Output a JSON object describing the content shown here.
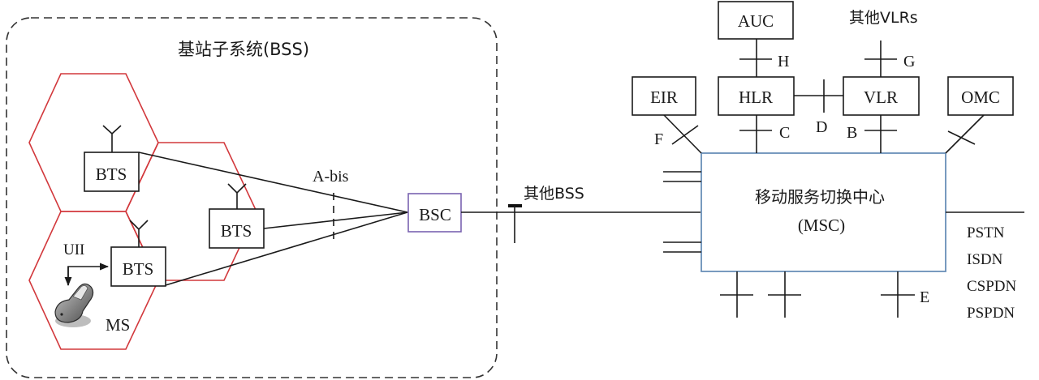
{
  "bss": {
    "title": "基站子系统(BSS)",
    "bts_label": "BTS",
    "bsc_label": "BSC",
    "abis_label": "A-bis",
    "um_label": "UII",
    "ms_label": "MS",
    "hex_color": "#d2383c",
    "bsc_color": "#7a63b0"
  },
  "other_bss_label": "其他BSS",
  "nss": {
    "msc_title": "移动服务切换中心",
    "msc_subtitle": "(MSC)",
    "msc_color": "#6a8fb8",
    "entities": {
      "auc": "AUC",
      "hlr": "HLR",
      "vlr": "VLR",
      "eir": "EIR",
      "omc": "OMC"
    },
    "other_vlrs_label": "其他VLRs",
    "interfaces": {
      "b": "B",
      "c": "C",
      "d": "D",
      "e": "E",
      "f": "F",
      "g": "G",
      "h": "H"
    },
    "external_networks": [
      "PSTN",
      "ISDN",
      "CSPDN",
      "PSPDN"
    ]
  }
}
